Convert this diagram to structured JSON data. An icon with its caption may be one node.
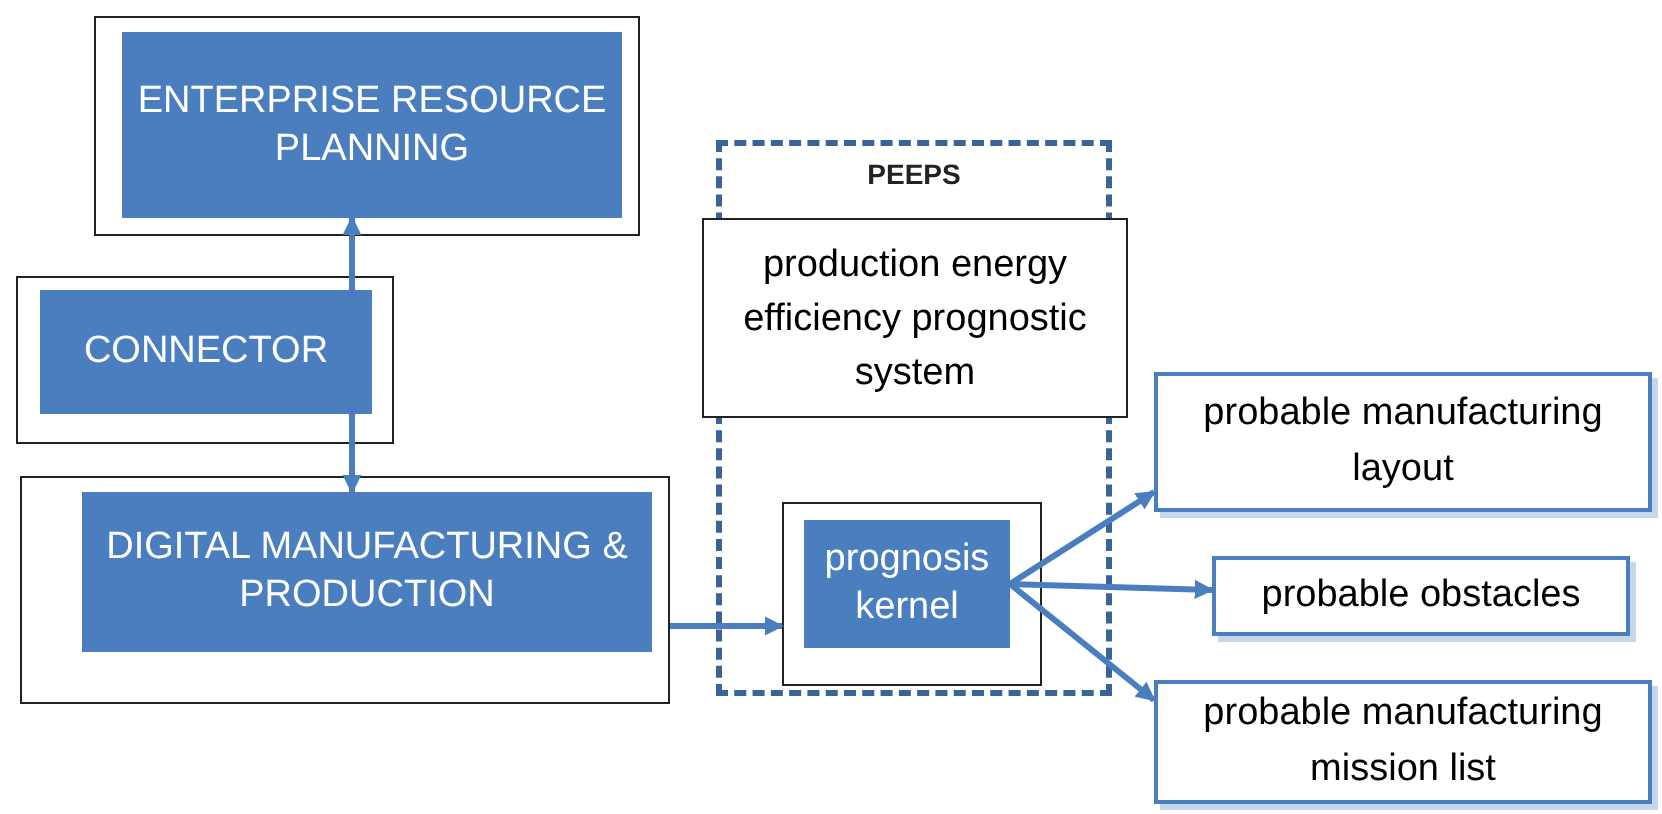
{
  "diagram": {
    "nodes": [
      {
        "text": [],
        "shape": "box"
      },
      {
        "text": [
          "ENTERPRISE RESOURCE PLANNING"
        ],
        "in": 0
      },
      {
        "text": [],
        "shape": "box"
      },
      {
        "text": [
          "CONNECTOR"
        ],
        "in": 2
      },
      {
        "text": [],
        "shape": "box"
      },
      {
        "text": [
          "DIGITAL MANUFACTURING & PRODUCTION"
        ],
        "in": 4
      },
      {
        "text": [
          "PEEPS"
        ]
      },
      {
        "text": [
          "production energy efficiency prognostic system"
        ],
        "in": 6
      },
      {
        "text": [],
        "shape": "box",
        "in": 6
      },
      {
        "text": [
          "prognosis kernel"
        ],
        "in": 8
      },
      {
        "text": [
          "probable manufacturing layout"
        ]
      },
      {
        "text": [
          "probable obstacles"
        ]
      },
      {
        "text": [
          "probable manufacturing mission list"
        ]
      }
    ],
    "edges": [
      {
        "from": 3,
        "to": 1,
        "arrow": "to"
      },
      {
        "from": 3,
        "to": 5,
        "arrow": "to"
      },
      {
        "from": 4,
        "to": 8,
        "arrow": "to"
      },
      {
        "from": 9,
        "to": 10,
        "arrow": "to"
      },
      {
        "from": 9,
        "to": 11,
        "arrow": "to"
      },
      {
        "from": 9,
        "to": 12,
        "arrow": "to"
      }
    ]
  }
}
